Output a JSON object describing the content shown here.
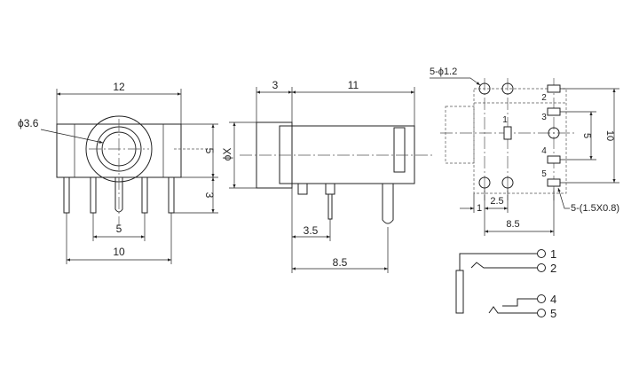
{
  "colors": {
    "line": "#222222",
    "background": "#ffffff",
    "centerline": "#555555"
  },
  "front_view": {
    "width_label": "12",
    "hole_label": "ϕ3.6",
    "height_label": "5",
    "pin_length_label": "3",
    "pin_spacing_label": "5",
    "pin_span_label": "10"
  },
  "side_view": {
    "front_length_label": "3",
    "body_length_label": "11",
    "diameter_label": "ϕX",
    "pin_offset_label": "3.5",
    "pin_span_label": "8.5"
  },
  "pcb_layout": {
    "hole_label": "5-ϕ1.2",
    "pad_label": "5-(1.5X0.8)",
    "pad_numbers": [
      "1",
      "2",
      "3",
      "4",
      "5"
    ],
    "spacing_label_a": "1",
    "spacing_label_b": "2.5",
    "width_label": "8.5",
    "row_pitch_label": "5",
    "overall_height_label": "10"
  },
  "schematic": {
    "terminals": [
      "1",
      "2",
      "4",
      "5"
    ]
  }
}
